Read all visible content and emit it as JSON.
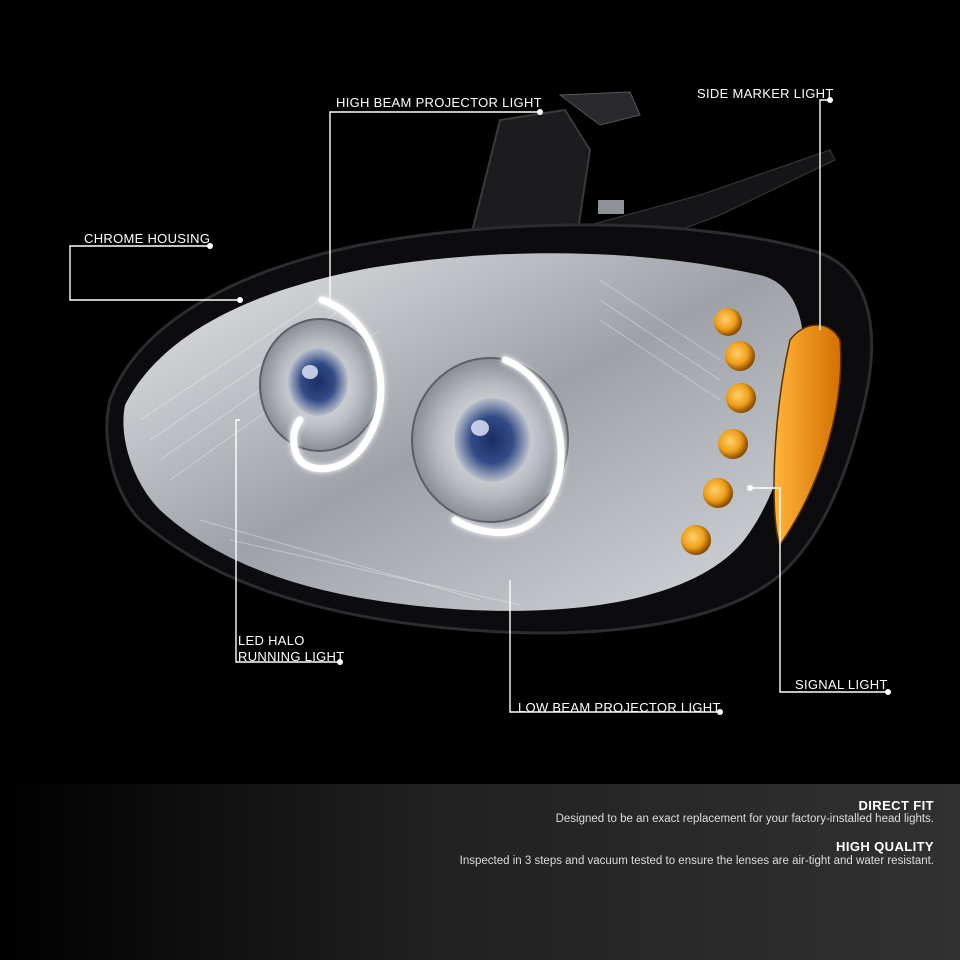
{
  "callouts": {
    "high_beam": "HIGH BEAM PROJECTOR LIGHT",
    "side_marker": "SIDE MARKER LIGHT",
    "chrome_housing": "CHROME HOUSING",
    "led_halo_line1": "LED HALO",
    "led_halo_line2": "RUNNING LIGHT",
    "signal": "SIGNAL LIGHT",
    "low_beam": "LOW BEAM PROJECTOR LIGHT"
  },
  "features": [
    {
      "title": "DIRECT FIT",
      "description": "Designed to be an exact replacement for your factory-installed head lights."
    },
    {
      "title": "HIGH QUALITY",
      "description": "Inspected in 3 steps and vacuum tested to ensure the lenses are air-tight and water resistant."
    }
  ],
  "colors": {
    "background": "#000000",
    "amber": "#f2a21a",
    "halo": "#ffffff",
    "chrome": "#c9ccd0",
    "leader": "#ffffff"
  }
}
